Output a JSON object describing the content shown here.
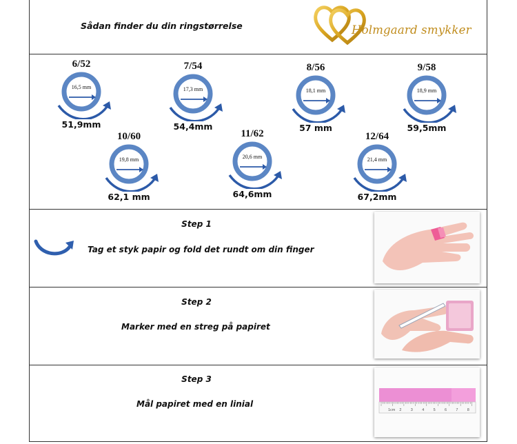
{
  "header": {
    "title": "Sådan finder du din ringstørrelse",
    "logo_text": "Holmgaard smykker",
    "logo_color": "#d9a520"
  },
  "ring_sizes": [
    {
      "size": "6/52",
      "diameter": "16,5 mm",
      "circumference": "51,9mm"
    },
    {
      "size": "7/54",
      "diameter": "17,3 mm",
      "circumference": "54,4mm"
    },
    {
      "size": "8/56",
      "diameter": "18,1 mm",
      "circumference": "57 mm"
    },
    {
      "size": "9/58",
      "diameter": "18,9 mm",
      "circumference": "59,5mm"
    },
    {
      "size": "10/60",
      "diameter": "19,8 mm",
      "circumference": "62,1 mm"
    },
    {
      "size": "11/62",
      "diameter": "20,6 mm",
      "circumference": "64,6mm"
    },
    {
      "size": "12/64",
      "diameter": "21,4 mm",
      "circumference": "67,2mm"
    }
  ],
  "ring_color": "#5b86c4",
  "steps": [
    {
      "title": "Step 1",
      "text": "Tag et styk papir og fold det rundt om din finger",
      "icon": "wrap-arrow-icon",
      "image": "finger-paper-photo"
    },
    {
      "title": "Step 2",
      "text": "Marker med en streg på papiret",
      "icon": "",
      "image": "marking-paper-photo"
    },
    {
      "title": "Step 3",
      "text": "Mål papiret med en linial",
      "icon": "",
      "image": "ruler-photo"
    }
  ],
  "ruler": {
    "marks": [
      "1cm",
      "2",
      "3",
      "4",
      "5",
      "6",
      "7",
      "8"
    ]
  }
}
